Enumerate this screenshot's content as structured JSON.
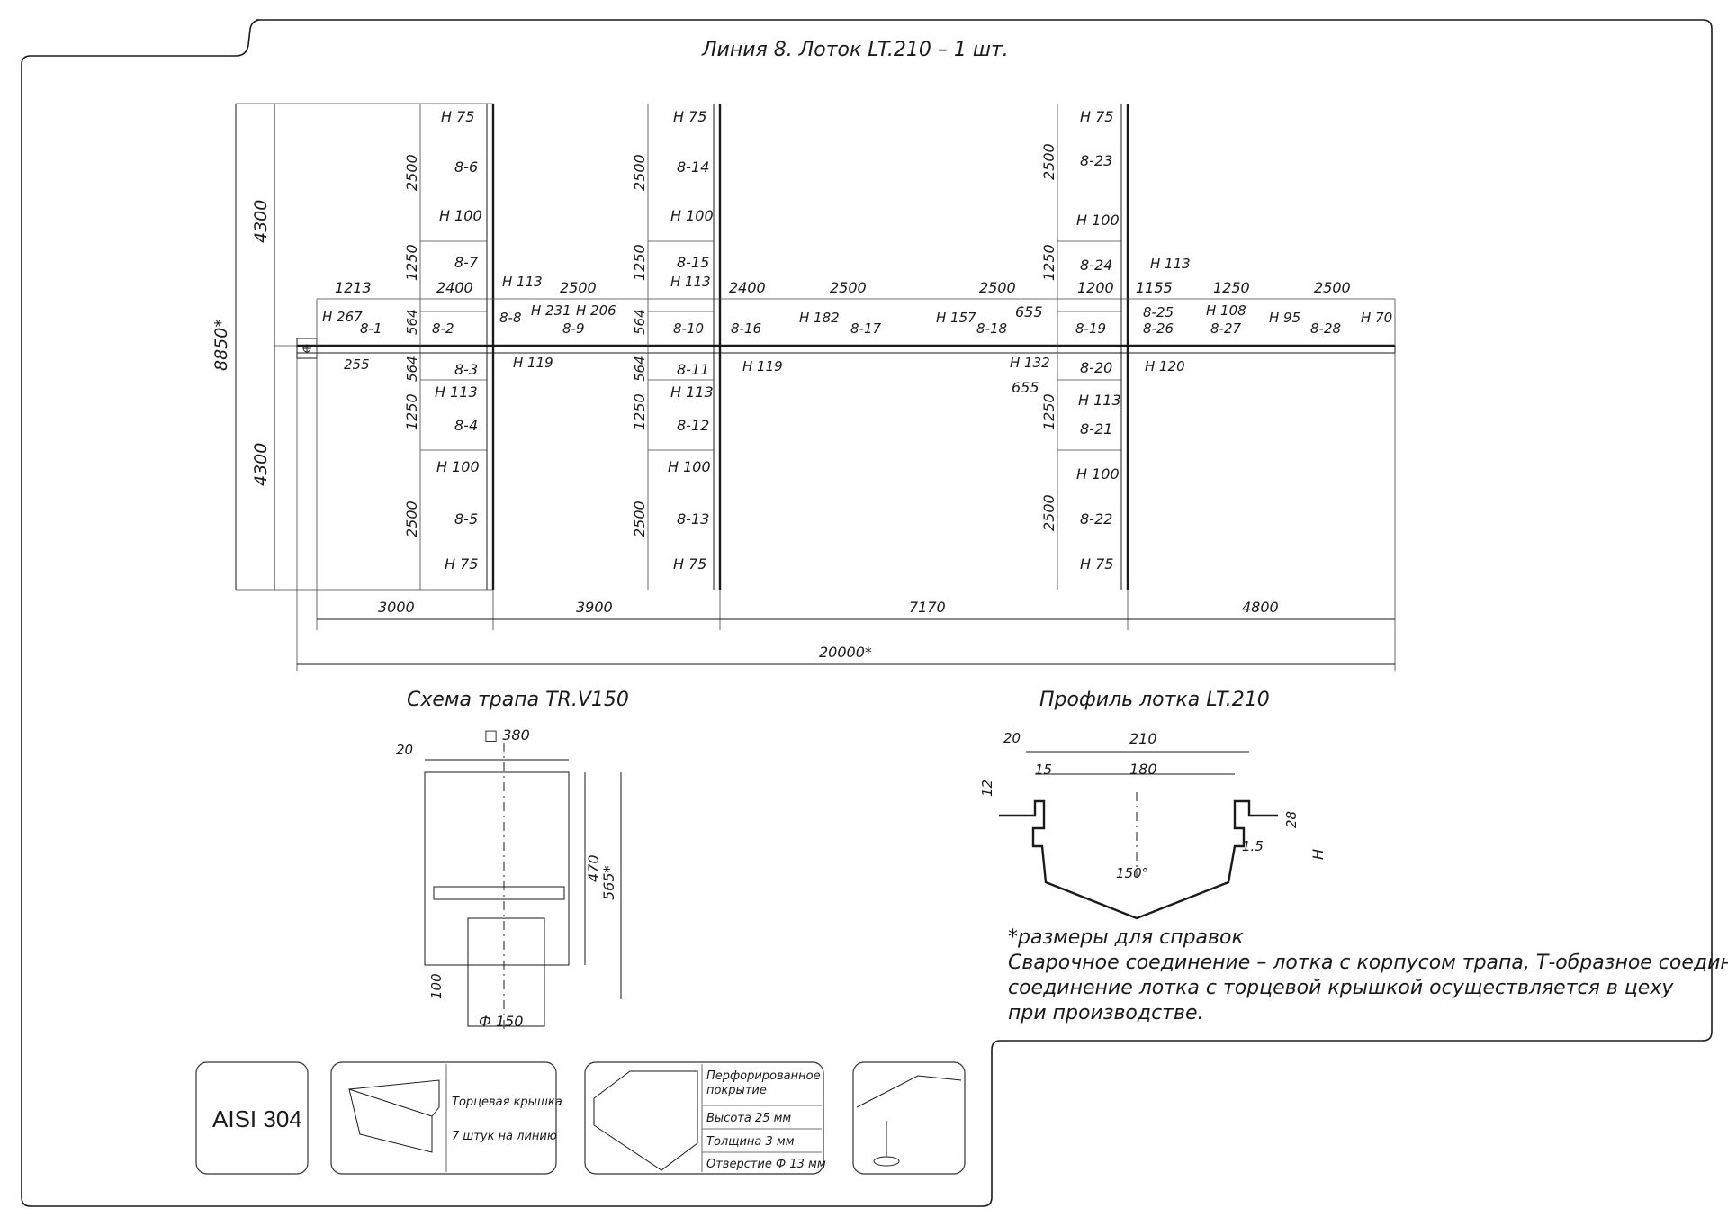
{
  "title": "Линия 8. Лоток LT.210 – 1 шт.",
  "plan": {
    "heights": {
      "h1": "4300",
      "h2": "4300",
      "total": "8850*"
    },
    "left_seg": {
      "len1": "1213",
      "label1": "8-1",
      "h1": "H 267",
      "dim2": "255"
    },
    "branches": [
      {
        "x_top_labels": [
          "H 75",
          "8-6",
          "H 100",
          "8-7"
        ],
        "x_bot_labels": [
          "8-3",
          "H 113",
          "8-4",
          "H 100",
          "8-5",
          "H 75"
        ]
      },
      {
        "x_top_labels": [
          "H 75",
          "8-14",
          "H 100",
          "8-15",
          "H 113"
        ],
        "x_bot_labels": [
          "8-11",
          "H 113",
          "8-12",
          "H 100",
          "8-13",
          "H 75"
        ]
      },
      {
        "x_top_labels": [
          "H 75",
          "8-23",
          "H 100",
          "8-24"
        ],
        "x_bot_labels": [
          "8-20",
          "H 113",
          "8-21",
          "H 100",
          "8-22",
          "H 75"
        ]
      }
    ],
    "vert_dims": {
      "d2500": "2500",
      "d1250": "1250",
      "d564": "564"
    },
    "main_labels": {
      "l2400a": "2400",
      "l2500a": "2500",
      "l2400b": "2400",
      "l2500b": "2500",
      "l2500c": "2500",
      "l1200": "1200",
      "l1155": "1155",
      "l1250": "1250",
      "l2500d": "2500",
      "s8_2": "8-2",
      "s8_8": "8-8",
      "s8_9": "8-9",
      "s8_10": "8-10",
      "s8_16": "8-16",
      "s8_17": "8-17",
      "s8_18": "8-18",
      "s8_19": "8-19",
      "s8_25": "8-25",
      "s8_26": "8-26",
      "s8_27": "8-27",
      "s8_28": "8-28",
      "h113a": "H 113",
      "h231": "H 231",
      "h206": "H 206",
      "h119a": "H 119",
      "h119b": "H 119",
      "h182": "H 182",
      "h157": "H 157",
      "d655a": "655",
      "h132": "H 132",
      "d655b": "655",
      "h113b": "H 113",
      "h120": "H 120",
      "h108": "H 108",
      "h95": "H 95",
      "h70": "H 70"
    },
    "bottom_dims": {
      "d3000": "3000",
      "d3900": "3900",
      "d7170": "7170",
      "d4800": "4800",
      "total": "20000*"
    }
  },
  "trap": {
    "title": "Схема трапа TR.V150",
    "d20": "20",
    "d380": "□ 380",
    "d470": "470",
    "d565": "565*",
    "d100": "100",
    "d150": "Ф 150"
  },
  "profile": {
    "title": "Профиль лотка LT.210",
    "d20": "20",
    "d210": "210",
    "d15": "15",
    "d180": "180",
    "d12": "12",
    "d28": "28",
    "d15b": "1.5",
    "dH": "H",
    "angle": "150°"
  },
  "notes": [
    "*размеры для справок",
    "Сварочное соединение – лотка с корпусом трапа, Т-образное соединение,",
    "соединение лотка с торцевой крышкой осуществляется в цеху",
    "при производстве."
  ],
  "cards": {
    "material": "AISI 304",
    "endcap": {
      "line1": "Торцевая крышка",
      "line2": "7 штук на линию"
    },
    "grate": {
      "line1": "Перфорированное",
      "line2": "покрытие",
      "line3": "Высота 25 мм",
      "line4": "Толщина 3 мм",
      "line5": "Отверстие Ф 13 мм"
    }
  }
}
